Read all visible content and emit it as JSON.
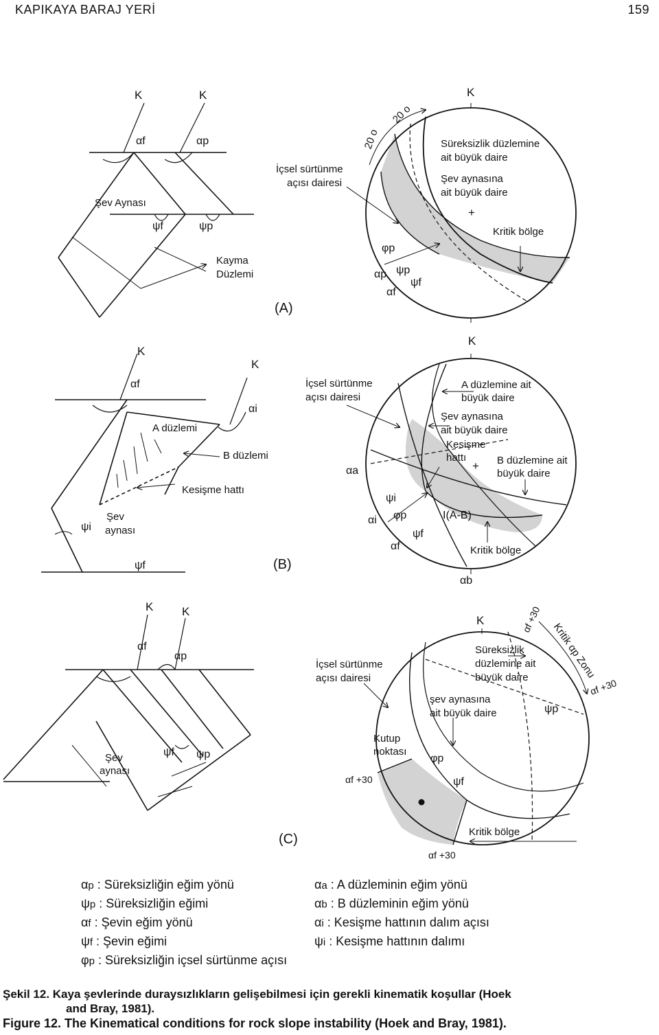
{
  "header": {
    "title": "KAPIKAYA  BARAJ YERİ",
    "page_number": "159"
  },
  "common": {
    "north": "K",
    "deg_20": "20 o"
  },
  "panel_a": {
    "tag": "(A)",
    "slope_face": "Şev Aynası",
    "slide_plane": "Kayma",
    "slide_plane_2": "Düzlemi",
    "friction_circle": "İçsel sürtünme",
    "friction_circle_2": "açısı dairesi",
    "great_circle_disc": "Süreksizlik düzlemine",
    "great_circle_disc_2": "ait  büyük daire",
    "great_circle_face": "Şev aynasına",
    "great_circle_face_2": "ait büyük daire",
    "critical": "Kritik bölge"
  },
  "panel_b": {
    "tag": "(B)",
    "plane_a": "A düzlemi",
    "plane_b": "B düzlemi",
    "intersection": "Kesişme hattı",
    "slope": "Şev",
    "slope_2": "aynası",
    "friction_circle": "İçsel sürtünme",
    "friction_circle_2": "açısı dairesi",
    "gc_a": "A düzlemine ait",
    "gc_a_2": "büyük daire",
    "gc_face": "Şev aynasına",
    "gc_face_2": "ait büyük daire",
    "line": "Kesişme",
    "line_2": "hattı",
    "gc_b": "B düzlemine ait",
    "gc_b_2": "büyük daire",
    "critical": "Kritik bölge",
    "i_ab": "I(A-B)"
  },
  "panel_c": {
    "tag": "(C)",
    "slope": "Şev",
    "slope_2": "aynası",
    "friction_circle": "İçsel sürtünme",
    "friction_circle_2": "açısı dairesi",
    "gc_disc": "Süreksizlik",
    "gc_disc_2": "düzlemine ait",
    "gc_disc_3": "büyük daire",
    "gc_face": "şev aynasına",
    "gc_face_2": "ait büyük daire",
    "pole": "Kutup",
    "pole_2": "noktası",
    "critical": "Kritik bölge",
    "zone": "Kritik αp Zonu",
    "plus30": "+30"
  },
  "legend": {
    "left": [
      {
        "sym": "α",
        "sub": "p",
        "text": " : Süreksizliğin eğim yönü"
      },
      {
        "sym": "ψ",
        "sub": "p",
        "text": " : Süreksizliğin eğimi"
      },
      {
        "sym": "α",
        "sub": "f",
        "text": " : Şevin eğim yönü"
      },
      {
        "sym": "ψ",
        "sub": "f",
        "text": " : Şevin eğimi"
      },
      {
        "sym": "φ",
        "sub": "p",
        "text": " : Süreksizliğin içsel sürtünme açısı"
      }
    ],
    "right": [
      {
        "sym": "α",
        "sub": "a",
        "text": " : A düzleminin eğim yönü"
      },
      {
        "sym": "α",
        "sub": "b",
        "text": " : B düzleminin eğim yönü"
      },
      {
        "sym": "α",
        "sub": "i",
        "text": " : Kesişme hattının dalım açısı"
      },
      {
        "sym": "ψ",
        "sub": "i",
        "text": " : Kesişme hattının dalımı"
      }
    ]
  },
  "caption": {
    "tr": "Şekil 12.  Kaya şevlerinde duraysızlıkların gelişebilmesi için gerekli kinematik koşullar (Hoek",
    "tr_2": "and Bray, 1981).",
    "en": "Figure 12. The Kinematical conditions for rock slope instability (Hoek and Bray, 1981)."
  }
}
